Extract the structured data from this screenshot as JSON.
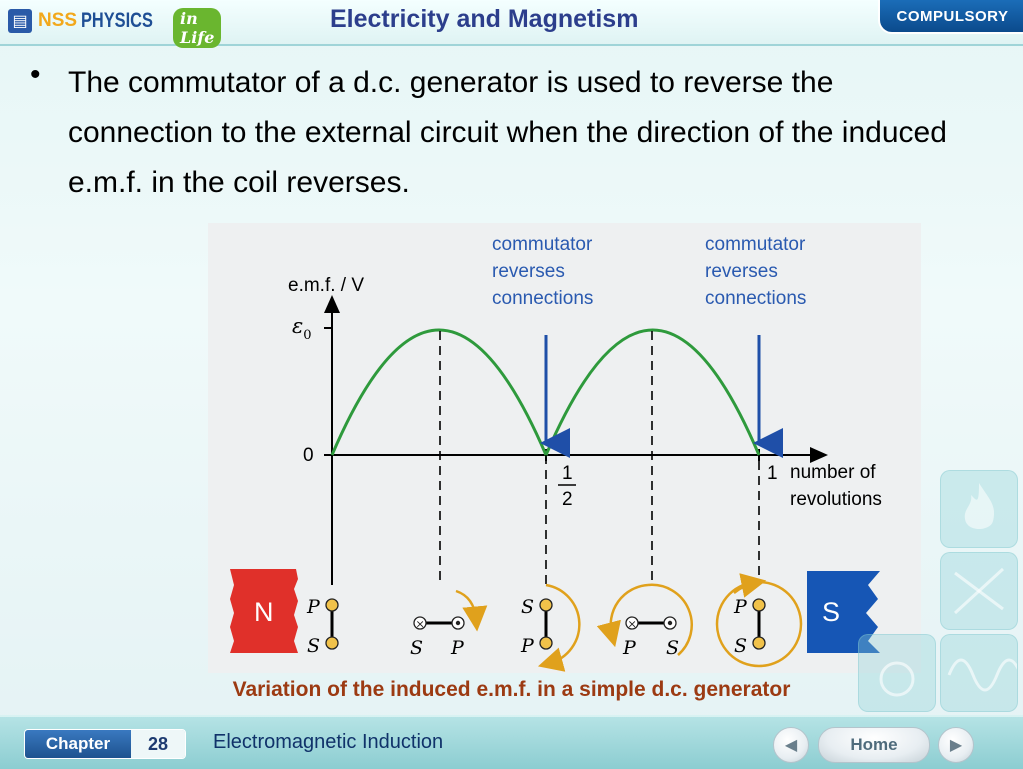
{
  "header": {
    "logo_nss": "NSS",
    "logo_physics": "PHYSICS",
    "logo_inlife": "in Life",
    "title": "Electricity and Magnetism",
    "badge": "COMPULSORY"
  },
  "bullet": {
    "text": "The commutator of a d.c. generator is used to reverse the connection to the external circuit when the direction of the induced e.m.f. in the coil reverses."
  },
  "figure": {
    "y_axis_label": "e.m.f. / V",
    "y_peak_label": "ε",
    "y_peak_sub": "0",
    "origin_label": "0",
    "x_axis_label_line1": "number of",
    "x_axis_label_line2": "revolutions",
    "half_num": "1",
    "half_den": "2",
    "one_label": "1",
    "annotation_1": [
      "commutator",
      "reverses",
      "connections"
    ],
    "annotation_2": [
      "commutator",
      "reverses",
      "connections"
    ],
    "magnet_n": "N",
    "magnet_s": "S",
    "coil_positions": [
      {
        "label_a": "P",
        "label_b": "S"
      },
      {
        "label_a": "S",
        "label_b": "P"
      },
      {
        "label_a": "S",
        "label_b": "P"
      },
      {
        "label_a": "P",
        "label_b": "S"
      },
      {
        "label_a": "P",
        "label_b": "S"
      }
    ],
    "colors": {
      "curve": "#2e9a3c",
      "arrow": "#1f4fa8",
      "annotation_text": "#2a5ab0",
      "rotation": "#e0a11c",
      "magnet_n": "#e0302a",
      "magnet_s": "#1656b5"
    }
  },
  "caption": "Variation of the induced e.m.f. in a simple d.c. generator",
  "footer": {
    "chapter_label": "Chapter",
    "chapter_number": "28",
    "chapter_title": "Electromagnetic Induction",
    "home_label": "Home",
    "prev_icon": "◀",
    "next_icon": "▶"
  }
}
